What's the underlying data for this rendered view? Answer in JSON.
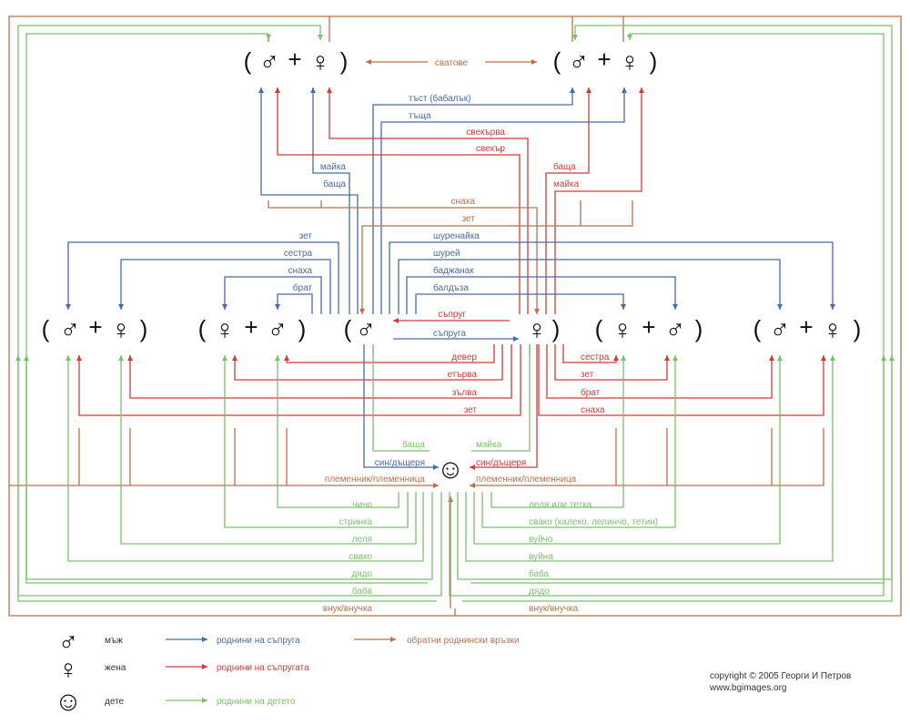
{
  "colors": {
    "husband_relatives": "#4a6aa5",
    "wife_relatives": "#d23a3a",
    "child_relatives": "#7cbf6e",
    "reverse_relations": "#b9704a",
    "symbol": "#111111",
    "text_dark": "#333333"
  },
  "symbols": {
    "male": "♂",
    "female": "♀",
    "child": "☺",
    "plus": "+",
    "open": "(",
    "close": ")"
  },
  "top": {
    "in_laws_label": "сватове",
    "husband_parents_labels": {
      "father_in_law_wife_side": "тъст (бабалък)",
      "mother_in_law_wife_side": "тъща"
    },
    "wife_parents_labels": {
      "mother_in_law_husband_side": "свекърва",
      "father_in_law_husband_side": "свекър"
    },
    "left_parents_blue": {
      "mother": "майка",
      "father": "баща"
    },
    "right_parents_red": {
      "father": "баща",
      "mother": "майка"
    },
    "reverse": {
      "daughter_in_law": "снаха",
      "son_in_law": "зет"
    }
  },
  "middle": {
    "left_blue": [
      "зет",
      "сестра",
      "снаха",
      "брат"
    ],
    "right_blue": [
      "шуренайка",
      "шурей",
      "баджанак",
      "балдъза"
    ],
    "spouse_husband": "съпруг",
    "spouse_wife": "съпруга",
    "left_red": [
      "девер",
      "етърва",
      "зълва",
      "зет"
    ],
    "right_red": [
      "сестра",
      "зет",
      "брат",
      "снаха"
    ]
  },
  "child": {
    "father": "баща",
    "mother": "майка",
    "son_daughter_left": "син/дъщеря",
    "son_daughter_right": "син/дъщеря",
    "nephew_left": "племенник/племенница",
    "nephew_right": "племенник/племенница",
    "left_relatives": [
      "чичо",
      "стринка",
      "леля",
      "свако",
      "дядо",
      "баба",
      "внук/внучка"
    ],
    "right_relatives": [
      "леля или тетка",
      "свако (калеко, лелинчо, тетин)",
      "вуйчо",
      "вуйна",
      "баба",
      "дядо",
      "внук/внучка"
    ]
  },
  "legend": {
    "male": "мъж",
    "female": "жена",
    "child": "дете",
    "husband_relatives": "роднини на съпруга",
    "wife_relatives": "роднини на съпругата",
    "child_relatives": "роднини на детето",
    "reverse_relations": "обратни роднински връзки"
  },
  "copyright": {
    "line1": "copyright © 2005 Георги И Петров",
    "line2": "www.bgimages.org"
  }
}
